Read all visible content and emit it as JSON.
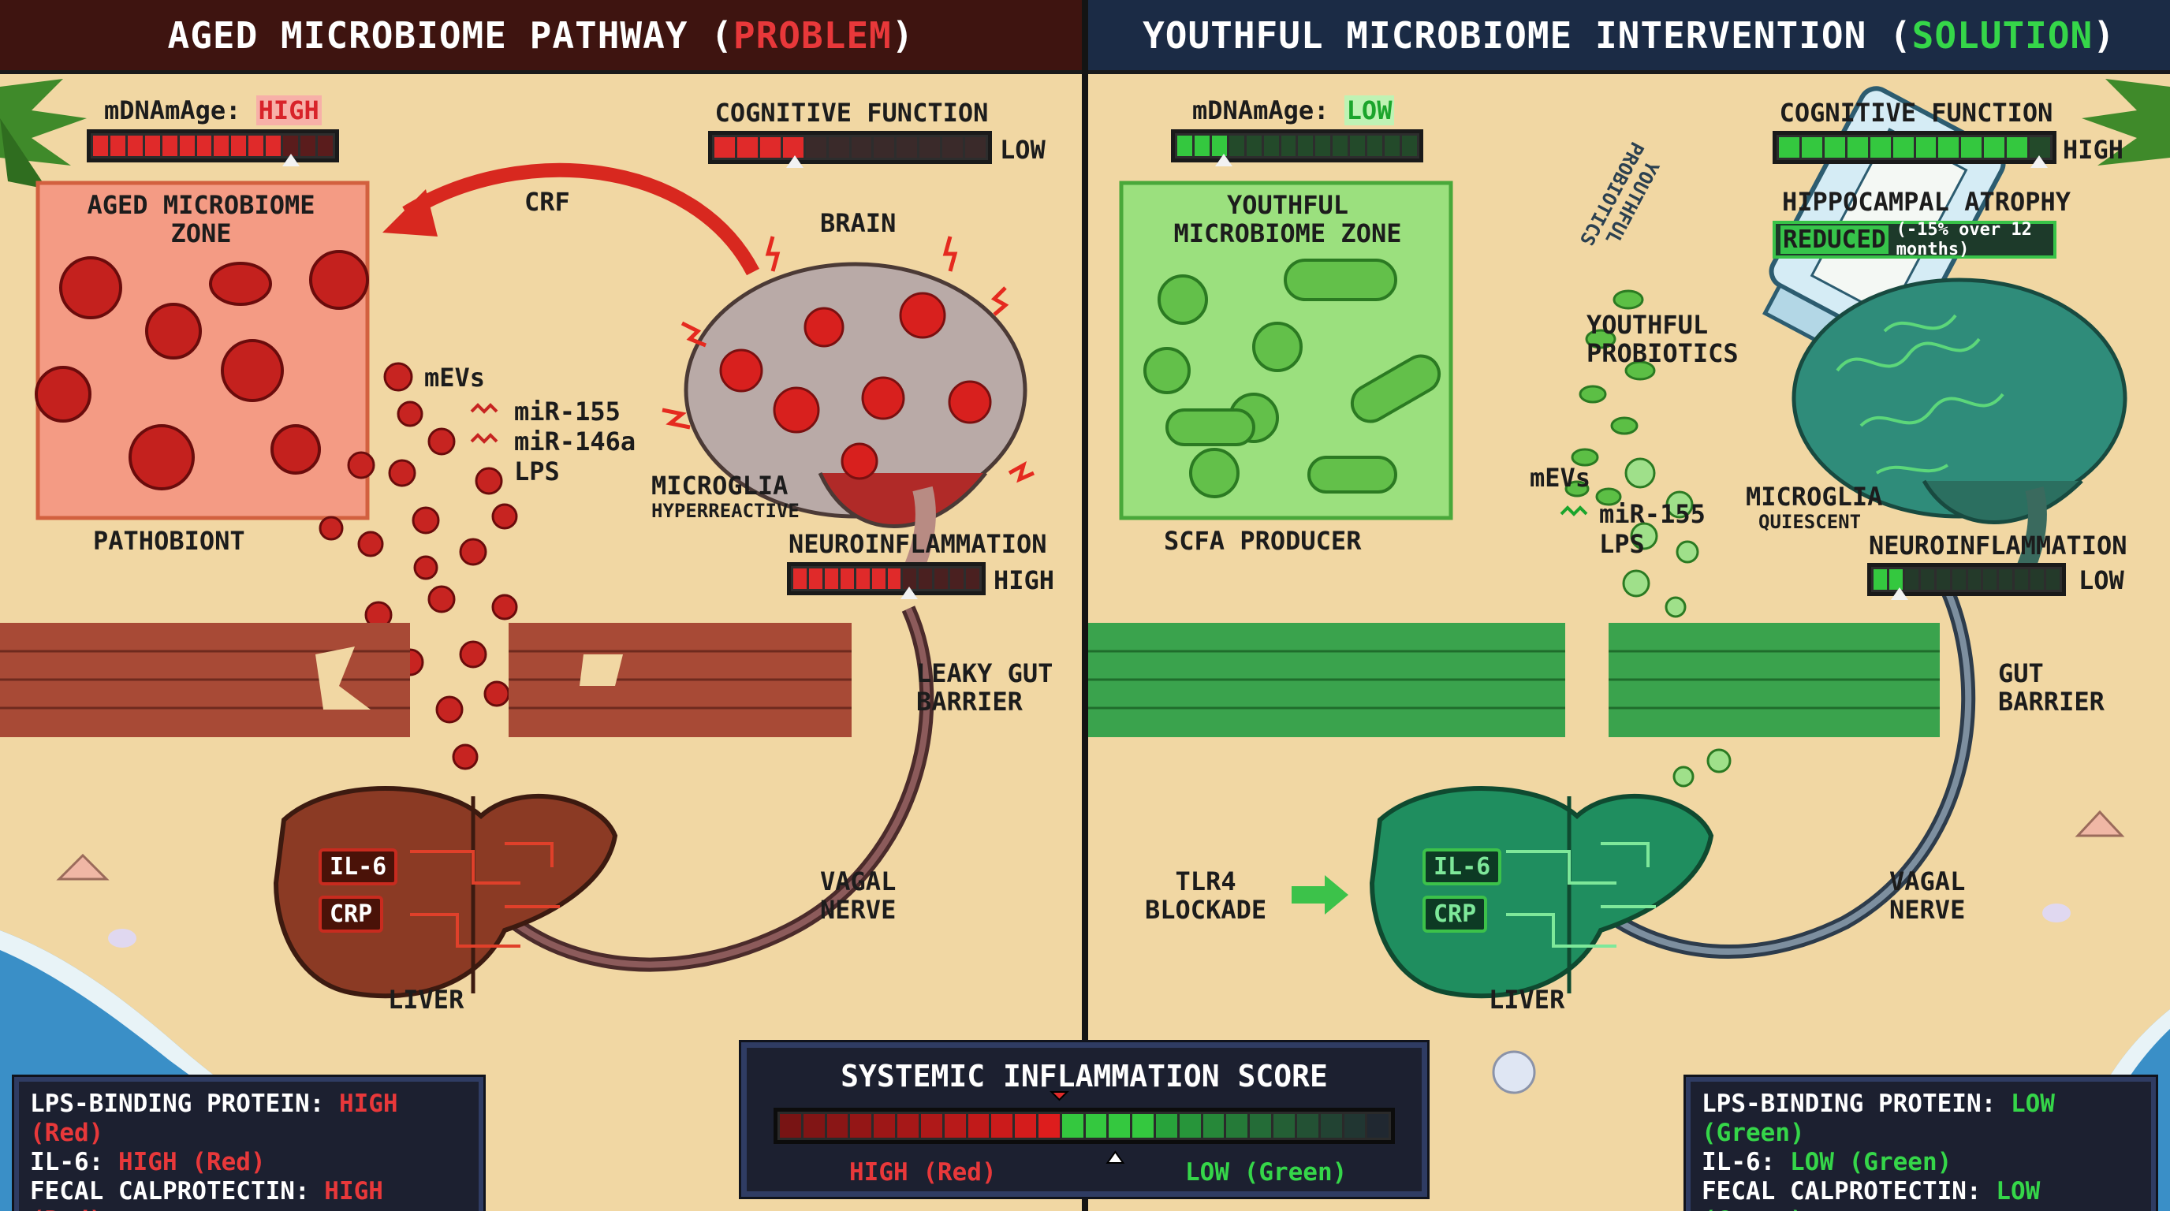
{
  "left": {
    "title_prefix": "AGED MICROBIOME PATHWAY (",
    "title_highlight": "PROBLEM",
    "title_suffix": ")",
    "mdna_label": "mDNAmAge: ",
    "mdna_value": "HIGH",
    "mdna_level": 0.82,
    "cognitive_label": "COGNITIVE FUNCTION",
    "cognitive_value": "LOW",
    "cognitive_level": 0.3,
    "zone_title": "AGED MICROBIOME\nZONE",
    "crf_label": "CRF",
    "brain_label": "BRAIN",
    "mevs_label": "mEVs",
    "mir155": "miR-155",
    "mir146": "miR-146a",
    "lps": "LPS",
    "microglia_label": "MICROGLIA",
    "microglia_state": "HYPERREACTIVE",
    "pathobiont_label": "PATHOBIONT",
    "neuro_label": "NEUROINFLAMMATION",
    "neuro_value": "HIGH",
    "neuro_level": 0.62,
    "barrier_label": "LEAKY GUT\nBARRIER",
    "vagal_label": "VAGAL\nNERVE",
    "liver_label": "LIVER",
    "il6": "IL-6",
    "crp": "CRP",
    "stats": [
      {
        "name": "LPS-BINDING PROTEIN: ",
        "value": "HIGH (Red)"
      },
      {
        "name": "IL-6: ",
        "value": "HIGH (Red)"
      },
      {
        "name": "FECAL CALPROTECTIN: ",
        "value": "HIGH (Red)"
      }
    ]
  },
  "right": {
    "title_prefix": "YOUTHFUL MICROBIOME INTERVENTION (",
    "title_highlight": "SOLUTION",
    "title_suffix": ")",
    "mdna_label": "mDNAmAge: ",
    "mdna_value": "LOW",
    "mdna_level": 0.2,
    "cognitive_label": "COGNITIVE FUNCTION",
    "cognitive_value": "HIGH",
    "cognitive_level": 0.95,
    "atrophy_label": "HIPPOCAMPAL ATROPHY",
    "atrophy_value": "REDUCED",
    "atrophy_detail": "(-15% over 12 months)",
    "zone_title": "YOUTHFUL\nMICROBIOME ZONE",
    "bottle_label": "YOUTHFUL\nPROBIOTICS",
    "probiotics_label": "YOUTHFUL\nPROBIOTICS",
    "mevs_label": "mEVs",
    "mir155": "miR-155",
    "lps": "LPS",
    "microglia_label": "MICROGLIA",
    "microglia_state": "QUIESCENT",
    "scfa_label": "SCFA PRODUCER",
    "neuro_label": "NEUROINFLAMMATION",
    "neuro_value": "LOW",
    "neuro_level": 0.15,
    "barrier_label": "GUT\nBARRIER",
    "tlr4_label": "TLR4\nBLOCKADE",
    "vagal_label": "VAGAL\nNERVE",
    "liver_label": "LIVER",
    "il6": "IL-6",
    "crp": "CRP",
    "stats": [
      {
        "name": "LPS-BINDING PROTEIN: ",
        "value": "LOW (Green)"
      },
      {
        "name": "IL-6: ",
        "value": "LOW (Green)"
      },
      {
        "name": "FECAL CALPROTECTIN: ",
        "value": "LOW (Green)"
      }
    ]
  },
  "score": {
    "title": "SYSTEMIC INFLAMMATION SCORE",
    "high_label": "HIGH (Red)",
    "low_label": "LOW (Green)",
    "high_marker": 0.46,
    "low_marker": 0.55
  },
  "colors": {
    "red": "#e02a2a",
    "green": "#34c83f",
    "sand": "#f1d7a3",
    "brick_red": "#a84a36",
    "brick_green": "#3aa34d"
  }
}
